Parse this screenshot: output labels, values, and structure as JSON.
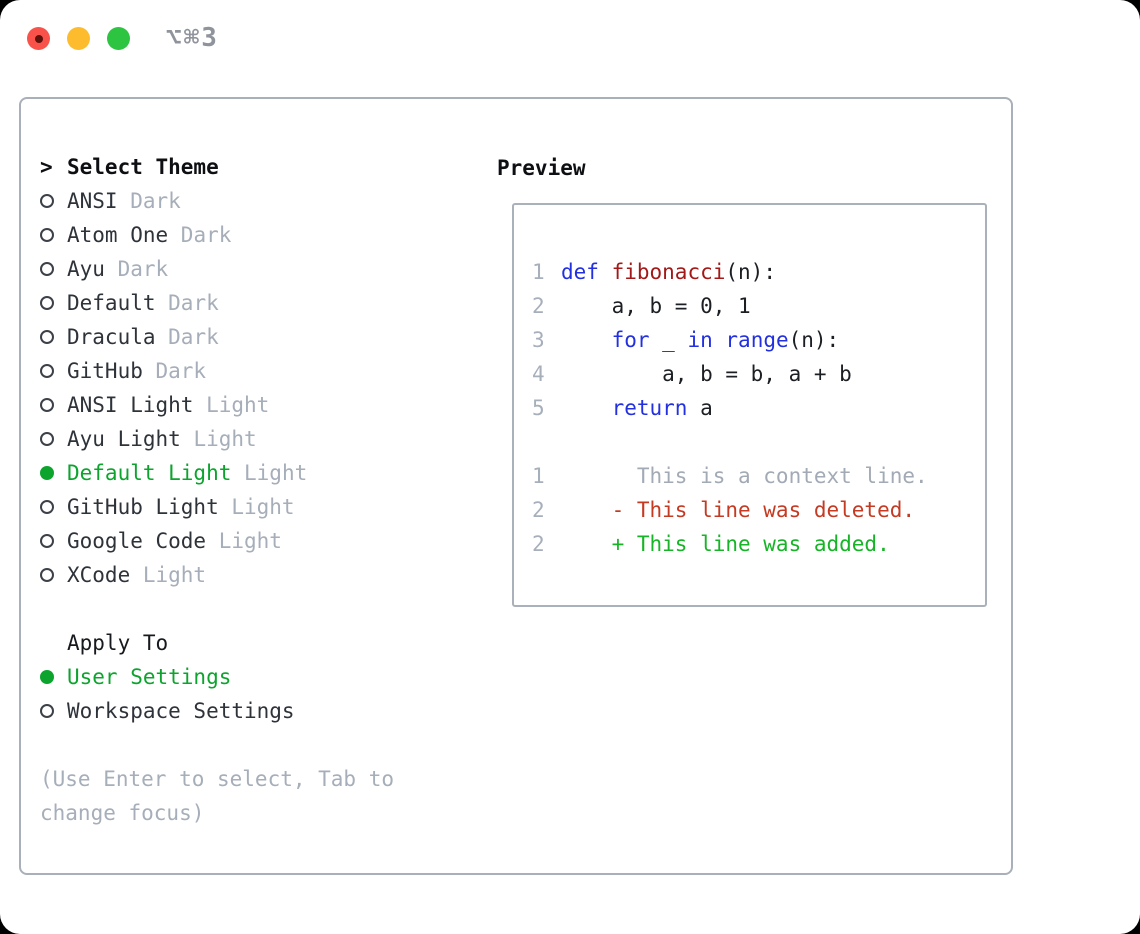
{
  "titlebar": {
    "shortcut_label": "⌥⌘3"
  },
  "theme_panel": {
    "cursor": ">",
    "title": "Select Theme",
    "themes": [
      {
        "name": "ANSI",
        "variant": "Dark",
        "selected": false
      },
      {
        "name": "Atom One",
        "variant": "Dark",
        "selected": false
      },
      {
        "name": "Ayu",
        "variant": "Dark",
        "selected": false
      },
      {
        "name": "Default",
        "variant": "Dark",
        "selected": false
      },
      {
        "name": "Dracula",
        "variant": "Dark",
        "selected": false
      },
      {
        "name": "GitHub",
        "variant": "Dark",
        "selected": false
      },
      {
        "name": "ANSI Light",
        "variant": "Light",
        "selected": false
      },
      {
        "name": "Ayu Light",
        "variant": "Light",
        "selected": false
      },
      {
        "name": "Default Light",
        "variant": "Light",
        "selected": true
      },
      {
        "name": "GitHub Light",
        "variant": "Light",
        "selected": false
      },
      {
        "name": "Google Code",
        "variant": "Light",
        "selected": false
      },
      {
        "name": "XCode",
        "variant": "Light",
        "selected": false
      }
    ],
    "apply_title": "Apply To",
    "apply_options": [
      {
        "label": "User Settings",
        "selected": true
      },
      {
        "label": "Workspace Settings",
        "selected": false
      }
    ],
    "help_text": "(Use Enter to select, Tab to change focus)"
  },
  "preview_panel": {
    "title": "Preview",
    "lines": [
      {
        "num": "1",
        "kind": "code",
        "segments": [
          {
            "text": "def",
            "color": "keyword"
          },
          {
            "text": " ",
            "color": "plain"
          },
          {
            "text": "fibonacci",
            "color": "function"
          },
          {
            "text": "(n):",
            "color": "plain"
          }
        ]
      },
      {
        "num": "2",
        "kind": "code",
        "segments": [
          {
            "text": "    a, b = 0, 1",
            "color": "plain"
          }
        ]
      },
      {
        "num": "3",
        "kind": "code",
        "segments": [
          {
            "text": "    ",
            "color": "plain"
          },
          {
            "text": "for",
            "color": "keyword"
          },
          {
            "text": " _ ",
            "color": "plain"
          },
          {
            "text": "in",
            "color": "keyword"
          },
          {
            "text": " ",
            "color": "plain"
          },
          {
            "text": "range",
            "color": "keyword"
          },
          {
            "text": "(n):",
            "color": "plain"
          }
        ]
      },
      {
        "num": "4",
        "kind": "code",
        "segments": [
          {
            "text": "        a, b = b, a + b",
            "color": "plain"
          }
        ]
      },
      {
        "num": "5",
        "kind": "code",
        "segments": [
          {
            "text": "    ",
            "color": "plain"
          },
          {
            "text": "return",
            "color": "keyword"
          },
          {
            "text": " a",
            "color": "plain"
          }
        ]
      },
      {
        "num": "",
        "kind": "blank",
        "segments": []
      },
      {
        "num": "1",
        "kind": "diff-context",
        "segments": [
          {
            "text": "      This is a context line.",
            "color": "context"
          }
        ]
      },
      {
        "num": "2",
        "kind": "diff-deleted",
        "segments": [
          {
            "text": "    - This line was deleted.",
            "color": "deleted"
          }
        ]
      },
      {
        "num": "2",
        "kind": "diff-added",
        "segments": [
          {
            "text": "    + This line was added.",
            "color": "added"
          }
        ]
      }
    ]
  },
  "colors": {
    "keyword": "#2230e0",
    "function": "#a31919",
    "plain": "#1b1e23",
    "context": "#a2aab5",
    "deleted": "#c43a22",
    "added": "#16b426",
    "selected_green": "#0da42e",
    "item_text": "#2e333a",
    "muted": "#a6aeb9",
    "line_number": "#a7afbb",
    "border": "#a9b0ba"
  }
}
